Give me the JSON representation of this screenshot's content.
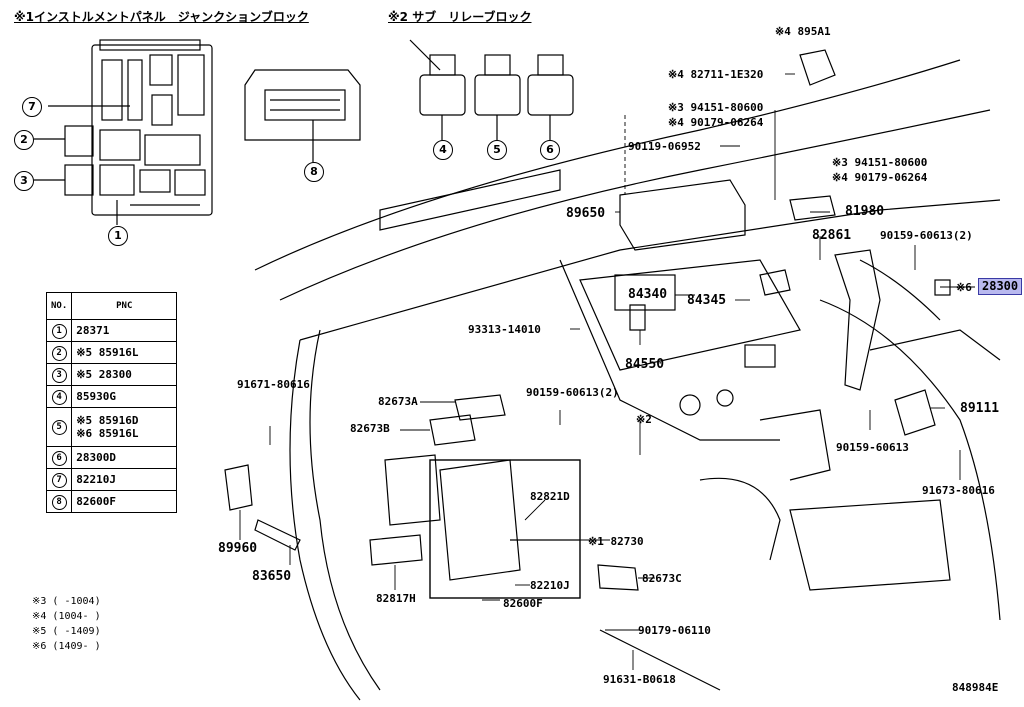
{
  "headers": {
    "instrument_panel_jb": "※1インストルメントパネル　ジャンクションブロック",
    "sub_relay_block": "※2 サブ　リレーブロック"
  },
  "callout_numbers": [
    "1",
    "2",
    "3",
    "4",
    "5",
    "6",
    "7",
    "8"
  ],
  "table": {
    "col_no": "NO.",
    "col_pnc": "PNC",
    "rows": [
      {
        "no": "1",
        "pnc": "28371"
      },
      {
        "no": "2",
        "pnc": "※5 85916L"
      },
      {
        "no": "3",
        "pnc": "※5 28300"
      },
      {
        "no": "4",
        "pnc": "85930G"
      },
      {
        "no": "5",
        "pnc": "※5 85916D",
        "pnc2": "※6 85916L"
      },
      {
        "no": "6",
        "pnc": "28300D"
      },
      {
        "no": "7",
        "pnc": "82210J"
      },
      {
        "no": "8",
        "pnc": "82600F"
      }
    ]
  },
  "notes": [
    "※3 (      -1004)",
    "※4 (1004-      )",
    "※5 (      -1409)",
    "※6 (1409-      )"
  ],
  "parts": {
    "p895A1": "※4 895A1",
    "p82711": "※4 82711-1E320",
    "p94151a": "※3 94151-80600",
    "p90179a": "※4 90179-06264",
    "p90119": "90119-06952",
    "p94151b": "※3 94151-80600",
    "p90179b": "※4 90179-06264",
    "p89650": "89650",
    "p81980": "81980",
    "p82861": "82861",
    "p90159a": "90159-60613(2)",
    "p28300_prefix": "※6",
    "p28300": "28300",
    "p84340": "84340",
    "p84345": "84345",
    "p93313": "93313-14010",
    "p84550": "84550",
    "p91671": "91671-80616",
    "p82673A": "82673A",
    "p90159b": "90159-60613(2)",
    "p82673B": "82673B",
    "p2": "※2",
    "p89111": "89111",
    "p90159c": "90159-60613",
    "p91673": "91673-80616",
    "p82821D": "82821D",
    "p82730": "※1 82730",
    "p89960": "89960",
    "p83650": "83650",
    "p82210J": "82210J",
    "p82600F": "82600F",
    "p82817H": "82817H",
    "p82673C": "82673C",
    "p90179c": "90179-06110",
    "p91631": "91631-B0618"
  },
  "diagram_code": "848984E"
}
